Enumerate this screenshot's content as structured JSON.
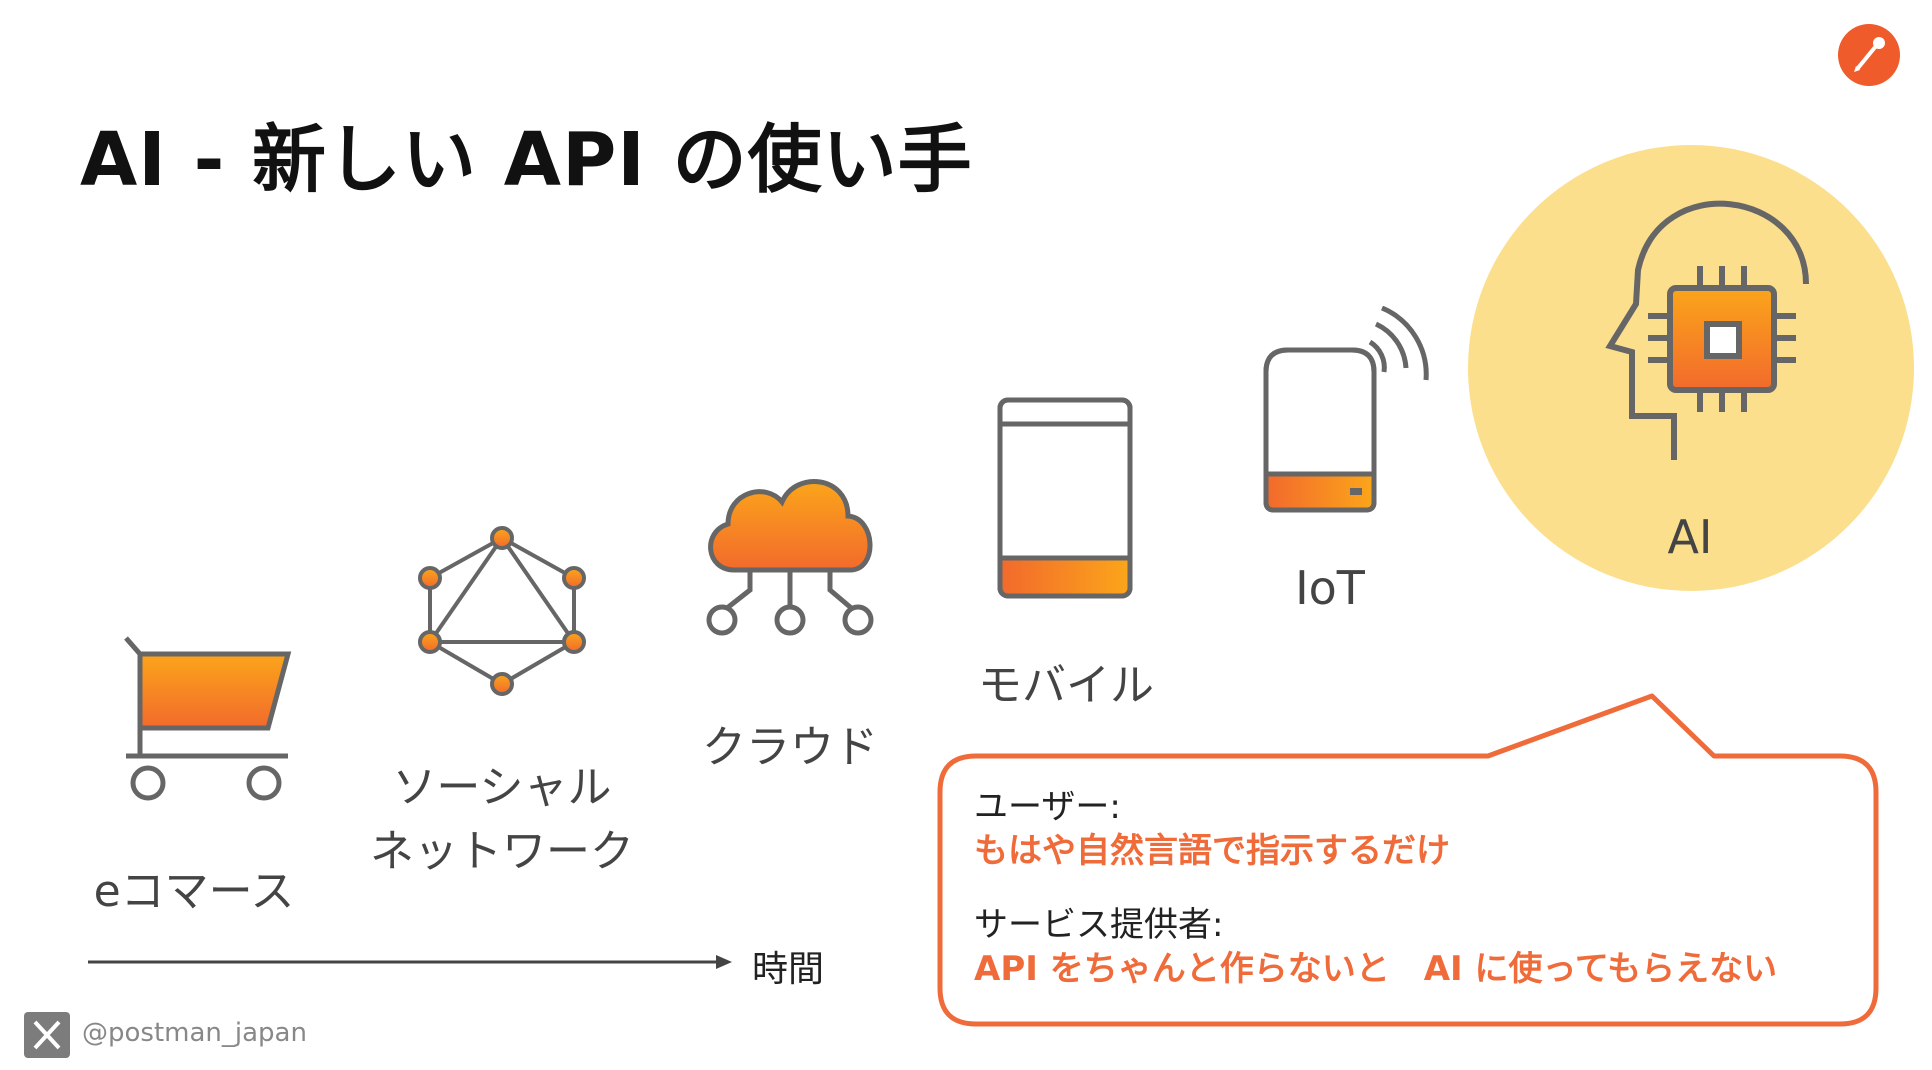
{
  "title": "AI - 新しい API の使い手",
  "eras": [
    {
      "label": "eコマース",
      "icon": "shopping-cart-icon"
    },
    {
      "label_lines": [
        "ソーシャル",
        "ネットワーク"
      ],
      "icon": "social-network-graph-icon"
    },
    {
      "label": "クラウド",
      "icon": "cloud-icon"
    },
    {
      "label": "モバイル",
      "icon": "mobile-phone-icon"
    },
    {
      "label": "IoT",
      "icon": "iot-device-icon"
    },
    {
      "label": "AI",
      "icon": "ai-head-chip-icon"
    }
  ],
  "axis": {
    "label": "時間"
  },
  "callout": {
    "user_label": "ユーザー:",
    "user_text": "もはや自然言語で指示するだけ",
    "provider_label": "サービス提供者:",
    "provider_text": "API をちゃんと作らないと　AI に使ってもらえない"
  },
  "footer": {
    "handle": "@postman_japan",
    "icon": "x-logo-icon"
  },
  "brand_logo": "postman-logo-icon",
  "colors": {
    "accent": "#ef6b3a",
    "gradient_top": "#fba51a",
    "gradient_bottom": "#f26a2c",
    "icon_stroke": "#666666",
    "ai_circle": "#fbdf8d"
  }
}
